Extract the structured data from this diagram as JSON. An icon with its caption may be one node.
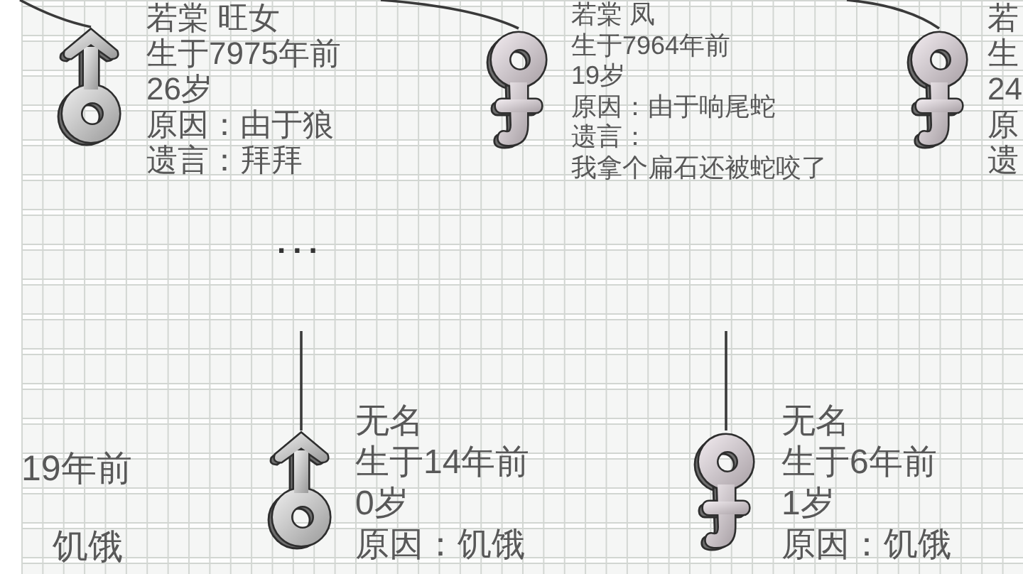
{
  "diagram": {
    "nodes": [
      {
        "text": [],
        "shape": "mars",
        "beside": [
          "若棠 旺女",
          "生于7975年前",
          "26岁",
          "原因：由于狼",
          "遗言：拜拜"
        ]
      },
      {
        "text": [],
        "shape": "venus",
        "beside": [
          "若棠 凤",
          "生于7964年前",
          "19岁",
          "原因：由于响尾蛇",
          "遗言：",
          "我拿个扁石还被蛇咬了"
        ]
      },
      {
        "text": [],
        "shape": "venus",
        "beside": [
          "若",
          "生",
          "24",
          "原",
          "遗"
        ]
      },
      {
        "text": [],
        "shape": "mars",
        "beside": [
          "无名",
          "生于14年前",
          "0岁",
          "原因：饥饿"
        ]
      },
      {
        "text": [],
        "shape": "venus",
        "beside": [
          "无名",
          "生于6年前",
          "1岁",
          "原因：饥饿"
        ]
      }
    ],
    "edges": [
      {
        "from": null,
        "to": 0,
        "arrow": "none"
      },
      {
        "from": null,
        "to": 1,
        "arrow": "none"
      },
      {
        "from": null,
        "to": 2,
        "arrow": "none"
      },
      {
        "from": null,
        "to": 3,
        "arrow": "none"
      },
      {
        "from": null,
        "to": 4,
        "arrow": "none"
      }
    ],
    "labels": [
      "...",
      "19年前",
      "饥饿"
    ]
  }
}
